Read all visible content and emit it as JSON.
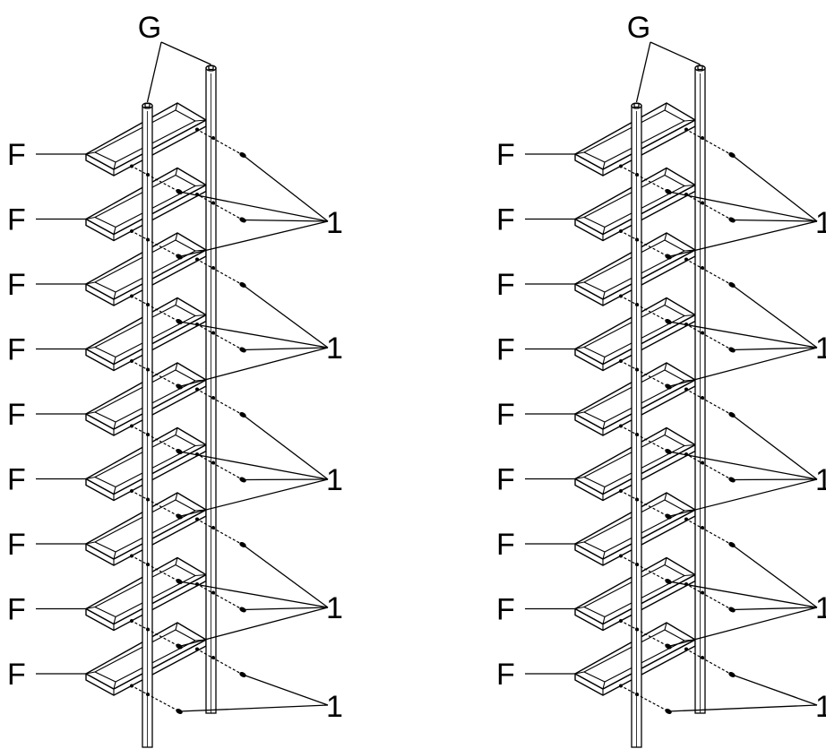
{
  "figures": [
    {
      "post_label": "G",
      "frame_labels": [
        "F",
        "F",
        "F",
        "F",
        "F",
        "F",
        "F",
        "F",
        "F"
      ],
      "fastener_labels": [
        "1",
        "1",
        "1",
        "1",
        "1"
      ]
    },
    {
      "post_label": "G",
      "frame_labels": [
        "F",
        "F",
        "F",
        "F",
        "F",
        "F",
        "F",
        "F",
        "F"
      ],
      "fastener_labels": [
        "1",
        "1",
        "1",
        "1",
        "1"
      ]
    }
  ]
}
